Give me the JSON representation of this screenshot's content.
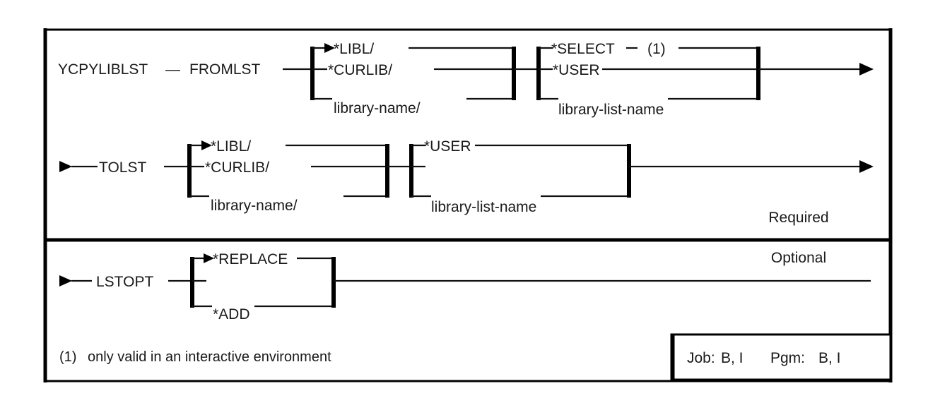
{
  "diagram": {
    "kind": "railroad-syntax-diagram",
    "command": "YCPYLIBLST",
    "dash": "—",
    "sections": [
      {
        "id": "required",
        "label": "Required",
        "rows": [
          {
            "id": "row-fromlst",
            "keyword": "FROMLST",
            "lead_arrow": false,
            "groups": [
              {
                "id": "fromlst-library",
                "options": [
                  {
                    "text": "*LIBL/",
                    "default": true
                  },
                  {
                    "text": "*CURLIB/",
                    "default": false
                  },
                  {
                    "text": "library-name/",
                    "default": false
                  }
                ]
              },
              {
                "id": "fromlst-list",
                "options": [
                  {
                    "text": "*SELECT",
                    "default": false,
                    "note": "(1)"
                  },
                  {
                    "text": "*USER",
                    "default": false
                  },
                  {
                    "text": "library-list-name",
                    "default": false
                  }
                ]
              }
            ]
          },
          {
            "id": "row-tolst",
            "keyword": "TOLST",
            "lead_arrow": true,
            "groups": [
              {
                "id": "tolst-library",
                "options": [
                  {
                    "text": "*LIBL/",
                    "default": true
                  },
                  {
                    "text": "*CURLIB/",
                    "default": false
                  },
                  {
                    "text": "library-name/",
                    "default": false
                  }
                ]
              },
              {
                "id": "tolst-list",
                "options": [
                  {
                    "text": "*USER",
                    "default": false
                  },
                  {
                    "text": "library-list-name",
                    "default": false
                  }
                ]
              }
            ]
          }
        ]
      },
      {
        "id": "optional",
        "label": "Optional",
        "rows": [
          {
            "id": "row-lstopt",
            "keyword": "LSTOPT",
            "lead_arrow": true,
            "groups": [
              {
                "id": "lstopt-values",
                "options": [
                  {
                    "text": "*REPLACE",
                    "default": true
                  },
                  {
                    "text": "*ADD",
                    "default": false
                  }
                ]
              }
            ]
          }
        ]
      }
    ],
    "footnote": {
      "marker": "(1)",
      "text": "only valid in an interactive environment"
    },
    "levels_box": {
      "job_label": "Job:",
      "job_value": "B, I",
      "pgm_label": "Pgm:",
      "pgm_value": "B, I"
    },
    "colors": {
      "line": "#111111",
      "frame": "#000000",
      "text": "#1a1a1a",
      "background": "#ffffff"
    }
  }
}
